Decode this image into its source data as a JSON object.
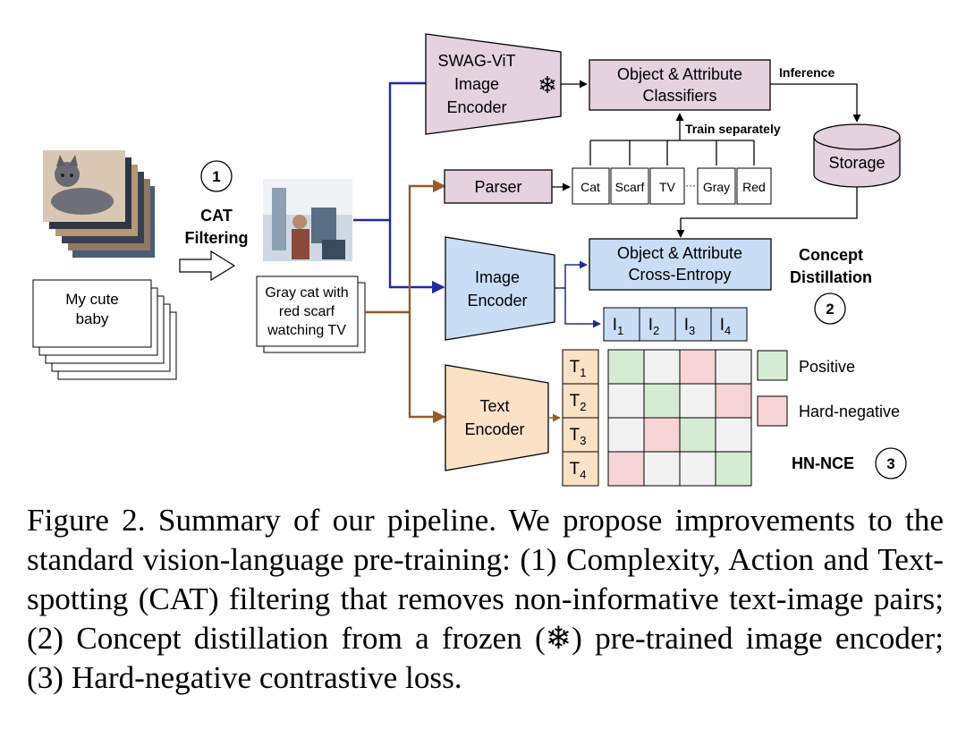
{
  "figure": {
    "step1_number": "1",
    "step1_label": [
      "CAT",
      "Filtering"
    ],
    "input_caption": [
      "My cute",
      "baby"
    ],
    "filtered_caption": [
      "Gray cat with",
      "red scarf",
      "watching TV"
    ],
    "swag_encoder": [
      "SWAG-ViT",
      "Image",
      "Encoder"
    ],
    "freeze_symbol": "❄",
    "classifiers": [
      "Object & Attribute",
      "Classifiers"
    ],
    "inference_label": "Inference",
    "storage_label": "Storage",
    "train_separately_label": "Train separately",
    "parser_label": "Parser",
    "concepts": [
      "Cat",
      "Scarf",
      "TV",
      "Gray",
      "Red"
    ],
    "concepts_ellipsis": "···",
    "cross_entropy": [
      "Object & Attribute",
      "Cross-Entropy"
    ],
    "concept_distillation": [
      "Concept",
      "Distillation"
    ],
    "step2_number": "2",
    "image_encoder": [
      "Image",
      "Encoder"
    ],
    "image_embedding": {
      "base": "I",
      "subs": [
        "1",
        "2",
        "3",
        "4"
      ]
    },
    "text_encoder": [
      "Text",
      "Encoder"
    ],
    "text_embedding": {
      "base": "T",
      "subs": [
        "1",
        "2",
        "3",
        "4"
      ]
    },
    "similarity_matrix": [
      [
        "positive",
        "none",
        "negative",
        "none"
      ],
      [
        "none",
        "positive",
        "none",
        "negative"
      ],
      [
        "none",
        "negative",
        "positive",
        "none"
      ],
      [
        "negative",
        "none",
        "none",
        "positive"
      ]
    ],
    "legend": {
      "positive": "Positive",
      "hard_negative": "Hard-negative"
    },
    "hn_nce_label": "HN-NCE",
    "step3_number": "3",
    "colors": {
      "swag_fill": "#e4d2de",
      "parser_fill": "#e4d2de",
      "classifier_fill": "#e4d2de",
      "storage_fill": "#e4d2de",
      "image_encoder_fill": "#c9ddf5",
      "cross_entropy_fill": "#c9ddf5",
      "text_encoder_fill": "#fbe1c6",
      "embedding_fill": "#fbe1c6",
      "positive": "#d6ebd3",
      "negative": "#f6d3d4",
      "neutral": "#f2f2f2",
      "image_arrow": "#1e2aa0",
      "text_arrow": "#9a5a25"
    }
  },
  "caption": "Figure 2. Summary of our pipeline. We propose improvements to the standard vision-language pre-training: (1) Complexity, Action and Text-spotting (CAT) filtering that removes non-informative text-image pairs; (2) Concept distillation from a frozen (❄) pre-trained image encoder; (3) Hard-negative contrastive loss."
}
